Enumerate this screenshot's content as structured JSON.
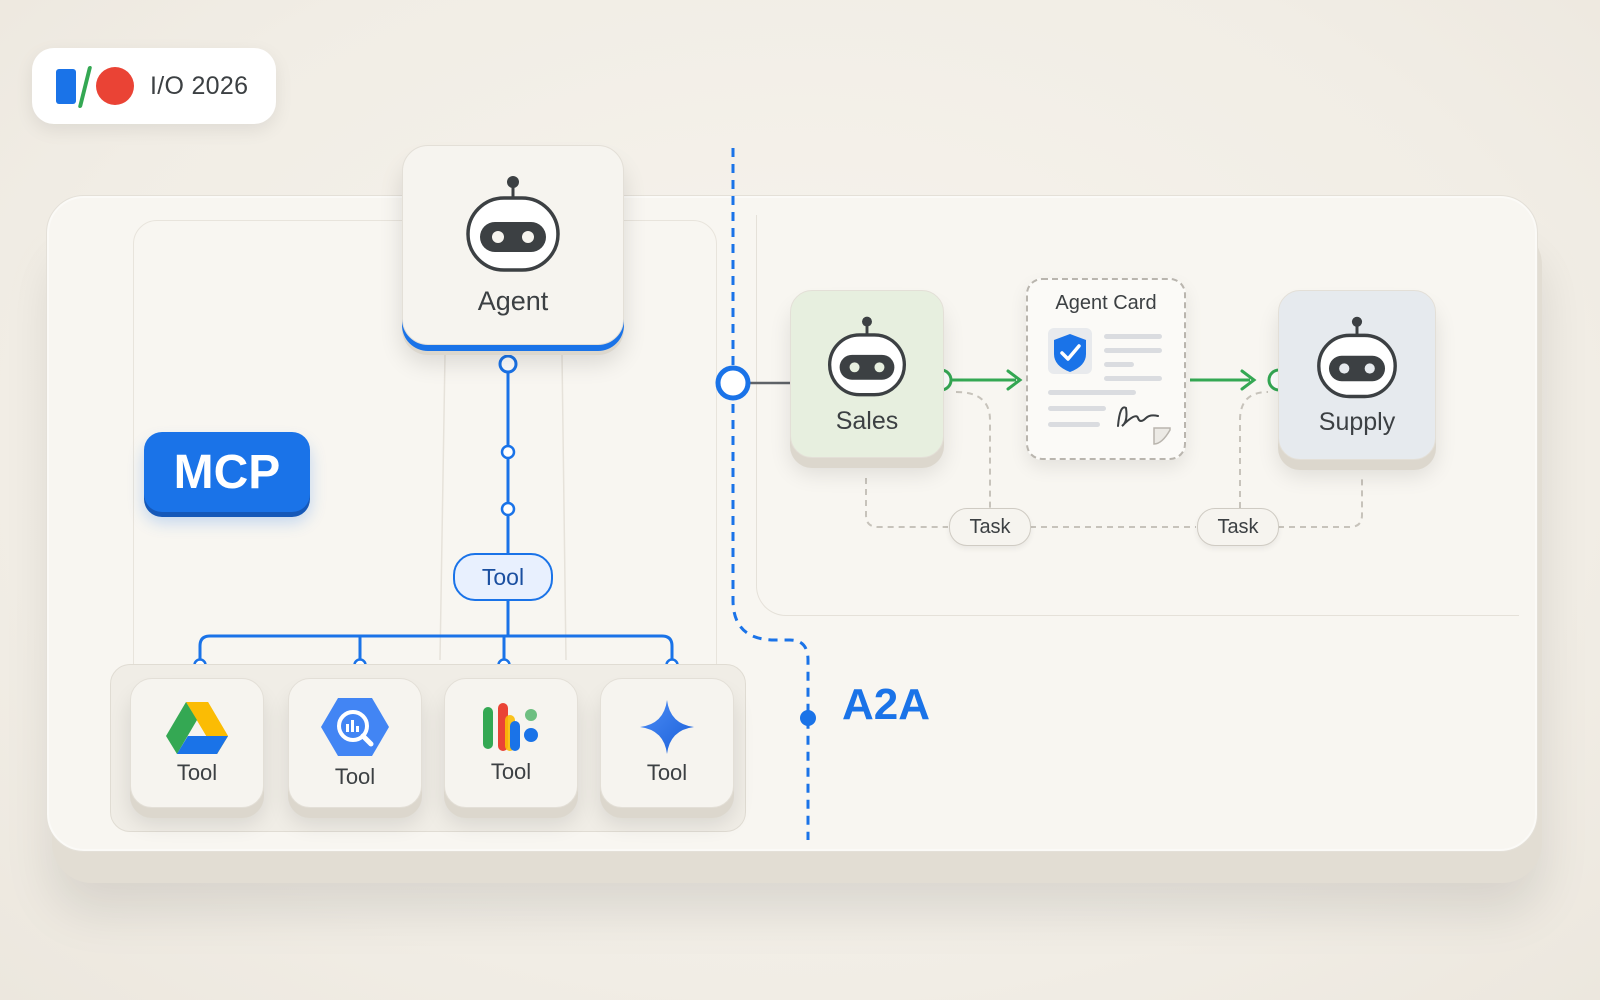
{
  "badge": {
    "text": "I/O 2026"
  },
  "agent": {
    "label": "Agent"
  },
  "mcp": {
    "label": "MCP"
  },
  "a2a": {
    "label": "A2A"
  },
  "tool_hub": {
    "label": "Tool"
  },
  "tools": [
    {
      "label": "Tool",
      "icon": "google-drive-icon"
    },
    {
      "label": "Tool",
      "icon": "bigquery-icon"
    },
    {
      "label": "Tool",
      "icon": "looker-icon"
    },
    {
      "label": "Tool",
      "icon": "gemini-sparkle-icon"
    }
  ],
  "sales": {
    "label": "Sales"
  },
  "agent_card": {
    "title": "Agent Card"
  },
  "supply": {
    "label": "Supply"
  },
  "tasks": [
    {
      "label": "Task"
    },
    {
      "label": "Task"
    }
  ],
  "colors": {
    "blue": "#1a73e8",
    "green": "#34a853",
    "red": "#ea4335",
    "yellow": "#fbbc04"
  }
}
